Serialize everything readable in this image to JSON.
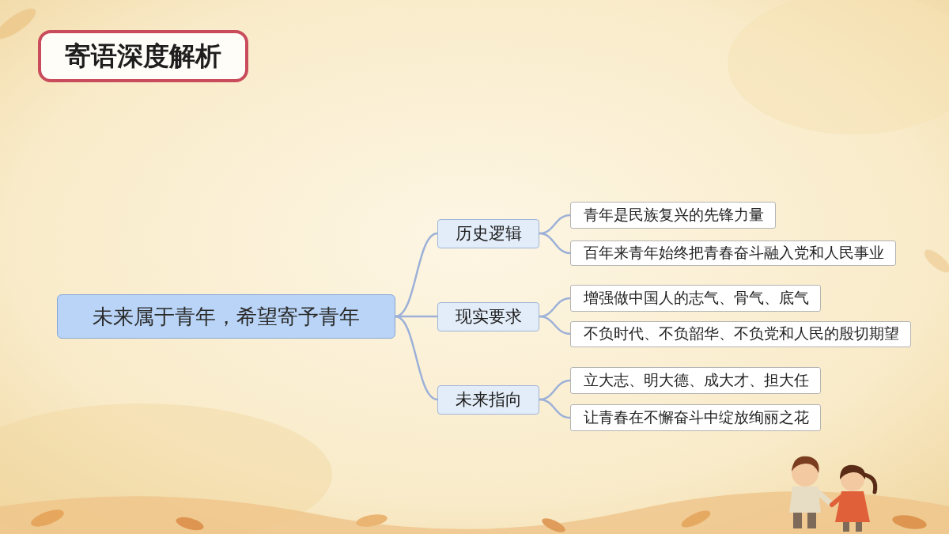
{
  "diagram": {
    "title": "寄语深度解析",
    "nodes": [
      {
        "text": [
          "未来属于青年，希望寄予青年"
        ]
      },
      {
        "text": [
          "历史逻辑"
        ]
      },
      {
        "text": [
          "青年是民族复兴的先锋力量"
        ]
      },
      {
        "text": [
          "百年来青年始终把青春奋斗融入党和人民事业"
        ]
      },
      {
        "text": [
          "现实要求"
        ]
      },
      {
        "text": [
          "增强做中国人的志气、骨气、底气"
        ]
      },
      {
        "text": [
          "不负时代、不负韶华、不负党和人民的殷切期望"
        ]
      },
      {
        "text": [
          "未来指向"
        ]
      },
      {
        "text": [
          "立大志、明大德、成大才、担大任"
        ]
      },
      {
        "text": [
          "让青春在不懈奋斗中绽放绚丽之花"
        ]
      }
    ],
    "edges": [
      {
        "from": 0,
        "to": 1,
        "arrow": "none"
      },
      {
        "from": 0,
        "to": 4,
        "arrow": "none"
      },
      {
        "from": 0,
        "to": 7,
        "arrow": "none"
      },
      {
        "from": 1,
        "to": 2,
        "arrow": "none"
      },
      {
        "from": 1,
        "to": 3,
        "arrow": "none"
      },
      {
        "from": 4,
        "to": 5,
        "arrow": "none"
      },
      {
        "from": 4,
        "to": 6,
        "arrow": "none"
      },
      {
        "from": 7,
        "to": 8,
        "arrow": "none"
      },
      {
        "from": 7,
        "to": 9,
        "arrow": "none"
      }
    ]
  }
}
